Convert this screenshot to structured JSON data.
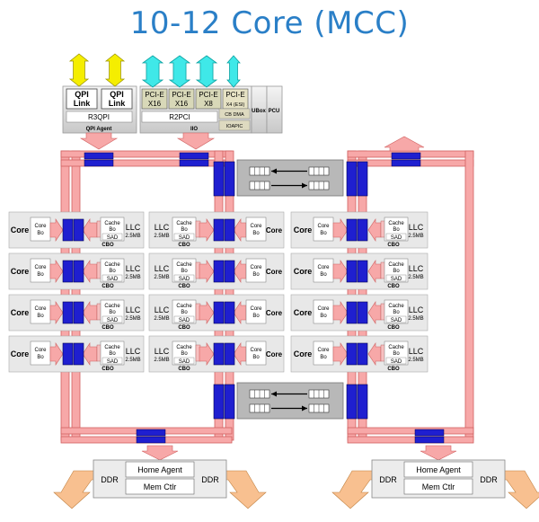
{
  "title": "10-12 Core (MCC)",
  "qpi": {
    "link_label_1": "QPI",
    "link_label_2": "Link",
    "r3qpi": "R3QPI",
    "agent": "QPI Agent"
  },
  "iio": {
    "pcie": [
      {
        "l1": "PCI-E",
        "l2": "X16"
      },
      {
        "l1": "PCI-E",
        "l2": "X16"
      },
      {
        "l1": "PCI-E",
        "l2": "X8"
      },
      {
        "l1": "PCI-E",
        "l2": "X4 (ESI)"
      }
    ],
    "r2pci": "R2PCI",
    "cb_dma": "CB DMA",
    "ioapic": "IOAPIC",
    "label": "IIO"
  },
  "ubox": "UBox",
  "pcu": "PCU",
  "tile": {
    "core": "Core",
    "core_small_1": "Core",
    "core_small_2": "Bo",
    "cache_1": "Cache",
    "cache_2": "Bo",
    "sad": "SAD",
    "llc": "LLC",
    "llc_size": "2.5MB",
    "cbo": "CBO"
  },
  "memory": {
    "ddr": "DDR",
    "home_agent": "Home Agent",
    "mem_ctlr": "Mem Ctlr"
  },
  "colors": {
    "title": "#2a7fc7",
    "ring": "#f08080",
    "stop": "#1f1fd0",
    "qpi_arrow": "#f5ee00",
    "pcie_arrow": "#3fe8e8",
    "ddr_arrow": "#f8c090"
  }
}
